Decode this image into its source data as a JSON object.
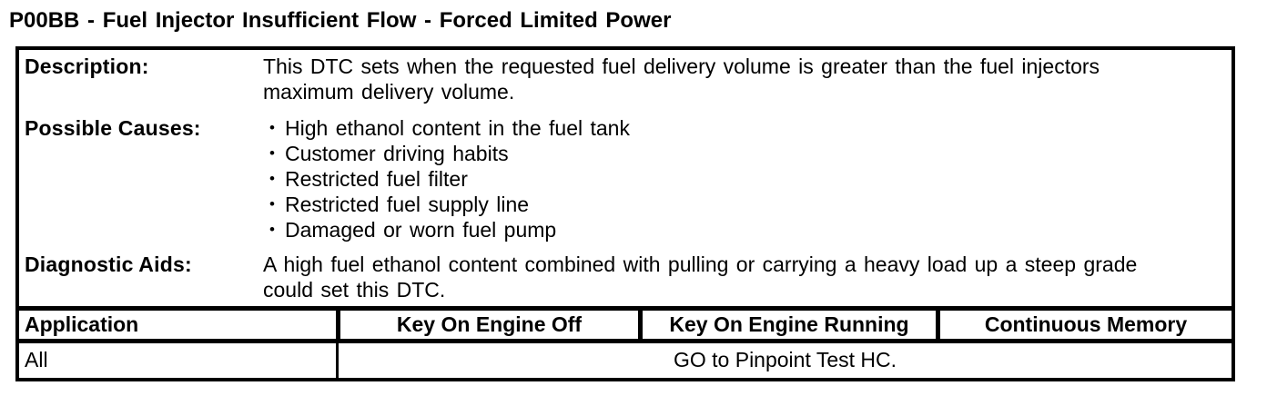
{
  "page": {
    "title": "P00BB - Fuel Injector Insufficient Flow - Forced Limited Power"
  },
  "info": {
    "rows": [
      {
        "label": "Description:",
        "text": "This DTC sets when the requested fuel delivery volume is greater than the fuel injectors maximum delivery volume."
      },
      {
        "label": "Possible Causes:",
        "bullets": [
          "High ethanol content in the fuel tank",
          "Customer driving habits",
          "Restricted fuel filter",
          "Restricted fuel supply line",
          "Damaged or worn fuel pump"
        ]
      },
      {
        "label": "Diagnostic Aids:",
        "text": "A high fuel ethanol content combined with pulling or carrying a heavy load up a steep grade could set this DTC."
      }
    ]
  },
  "status_table": {
    "headers": [
      "Application",
      "Key On Engine Off",
      "Key On Engine Running",
      "Continuous Memory"
    ],
    "rows": [
      {
        "application": "All",
        "result": "GO to Pinpoint Test HC."
      }
    ]
  },
  "icons": {
    "bullet": "•"
  },
  "colors": {
    "text": "#000000",
    "border": "#000000",
    "background": "#ffffff"
  }
}
